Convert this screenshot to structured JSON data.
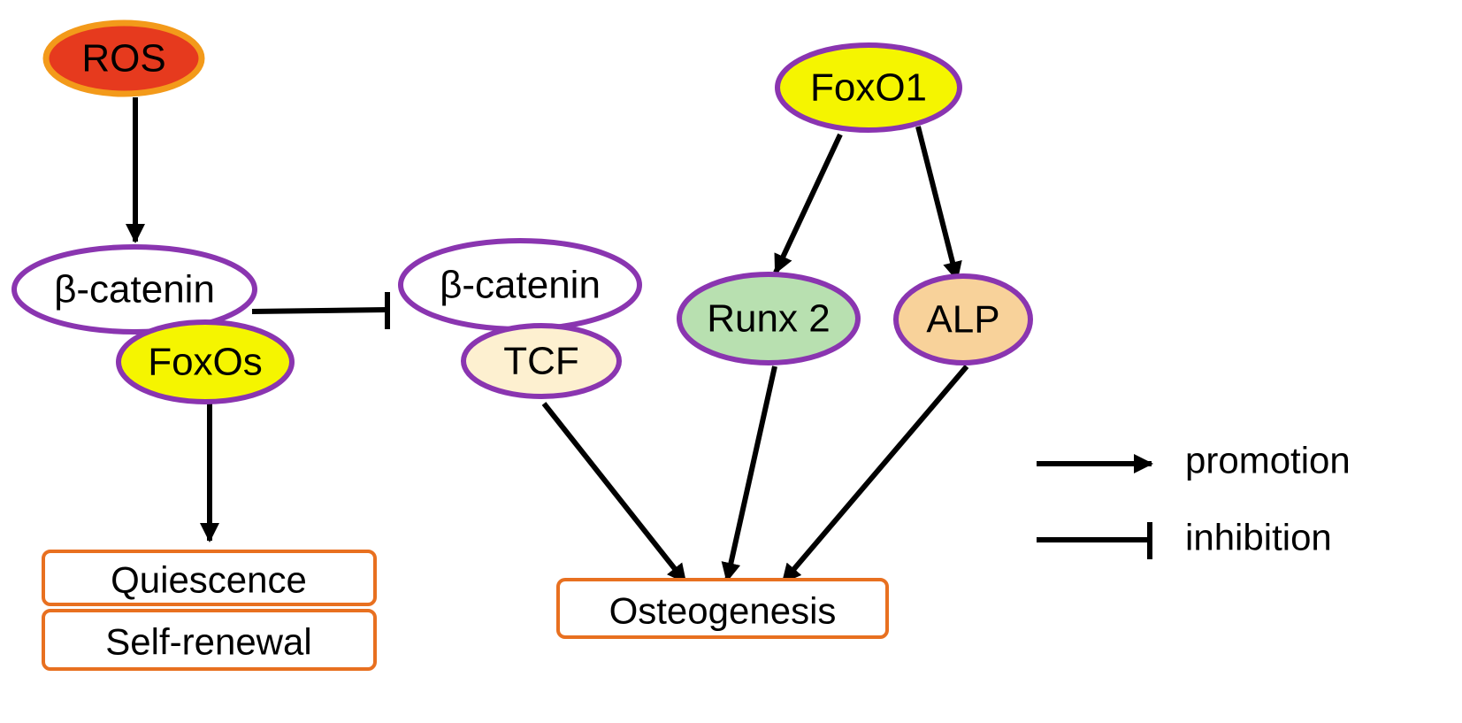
{
  "nodes": {
    "ros": {
      "label": "ROS",
      "fill": "#e63a1e",
      "stroke": "#f39a1a"
    },
    "beta_catenin_left": {
      "label": "β-catenin",
      "fill": "#ffffff",
      "stroke": "#8a35b0"
    },
    "foxos": {
      "label": "FoxOs",
      "fill": "#f5f500",
      "stroke": "#8a35b0"
    },
    "beta_catenin_right": {
      "label": "β-catenin",
      "fill": "#ffffff",
      "stroke": "#8a35b0"
    },
    "tcf": {
      "label": "TCF",
      "fill": "#fdf0d0",
      "stroke": "#8a35b0"
    },
    "foxo1": {
      "label": "FoxO1",
      "fill": "#f5f500",
      "stroke": "#8a35b0"
    },
    "runx2": {
      "label": "Runx 2",
      "fill": "#b8e0b0",
      "stroke": "#8a35b0"
    },
    "alp": {
      "label": "ALP",
      "fill": "#f8d29a",
      "stroke": "#8a35b0"
    }
  },
  "boxes": {
    "quiescence": {
      "label": "Quiescence",
      "stroke": "#e87020"
    },
    "self_renewal": {
      "label": "Self-renewal",
      "stroke": "#e87020"
    },
    "osteogenesis": {
      "label": "Osteogenesis",
      "stroke": "#e87020"
    }
  },
  "legend": {
    "promotion": "promotion",
    "inhibition": "inhibition"
  },
  "edges": [
    {
      "from": "ROS",
      "to": "β-catenin",
      "type": "promotion"
    },
    {
      "from": "β-catenin / FoxOs",
      "to": "β-catenin / TCF",
      "type": "inhibition"
    },
    {
      "from": "FoxOs",
      "to": "Quiescence / Self-renewal",
      "type": "promotion"
    },
    {
      "from": "FoxO1",
      "to": "Runx 2",
      "type": "promotion"
    },
    {
      "from": "FoxO1",
      "to": "ALP",
      "type": "promotion"
    },
    {
      "from": "TCF",
      "to": "Osteogenesis",
      "type": "promotion"
    },
    {
      "from": "Runx 2",
      "to": "Osteogenesis",
      "type": "promotion"
    },
    {
      "from": "ALP",
      "to": "Osteogenesis",
      "type": "promotion"
    }
  ]
}
